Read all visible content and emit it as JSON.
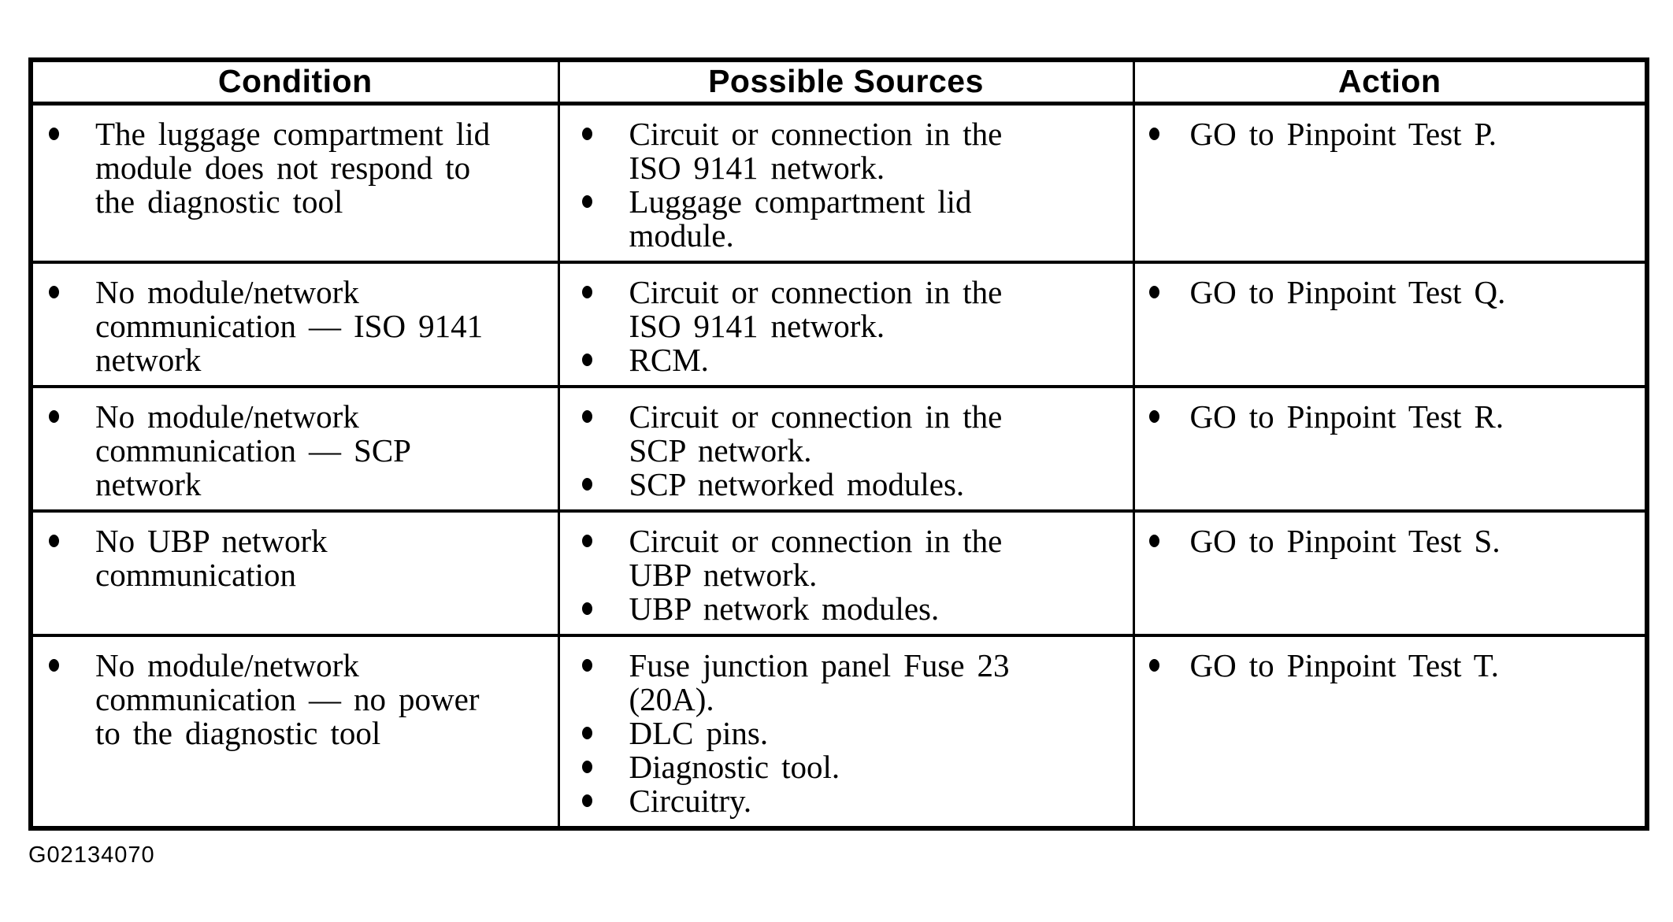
{
  "figure_code": "G02134070",
  "colors": {
    "text": "#000000",
    "background": "#ffffff",
    "border": "#000000"
  },
  "table": {
    "headers": [
      {
        "label": "Condition"
      },
      {
        "label": "Possible Sources"
      },
      {
        "label": "Action"
      }
    ],
    "rows": [
      {
        "condition": [
          [
            "The luggage compartment lid",
            "module does not respond to",
            "the diagnostic tool"
          ]
        ],
        "sources": [
          [
            "Circuit or connection in the",
            "ISO 9141 network."
          ],
          [
            "Luggage compartment lid",
            "module."
          ]
        ],
        "action": [
          [
            "GO to Pinpoint Test P."
          ]
        ]
      },
      {
        "condition": [
          [
            "No module/network",
            "communication — ISO 9141",
            "network"
          ]
        ],
        "sources": [
          [
            "Circuit or connection in the",
            "ISO 9141 network."
          ],
          [
            "RCM."
          ]
        ],
        "action": [
          [
            "GO to Pinpoint Test Q."
          ]
        ]
      },
      {
        "condition": [
          [
            "No module/network",
            "communication — SCP",
            "network"
          ]
        ],
        "sources": [
          [
            "Circuit or connection in the",
            "SCP network."
          ],
          [
            "SCP networked modules."
          ]
        ],
        "action": [
          [
            "GO to Pinpoint Test R."
          ]
        ]
      },
      {
        "condition": [
          [
            "No UBP network",
            "communication"
          ]
        ],
        "sources": [
          [
            "Circuit or connection in the",
            "UBP network."
          ],
          [
            "UBP network modules."
          ]
        ],
        "action": [
          [
            "GO to Pinpoint Test S."
          ]
        ]
      },
      {
        "condition": [
          [
            "No module/network",
            "communication — no power",
            "to the diagnostic tool"
          ]
        ],
        "sources": [
          [
            "Fuse junction panel Fuse 23",
            "(20A)."
          ],
          [
            "DLC pins."
          ],
          [
            "Diagnostic tool."
          ],
          [
            "Circuitry."
          ]
        ],
        "action": [
          [
            "GO to Pinpoint Test T."
          ]
        ]
      }
    ]
  }
}
